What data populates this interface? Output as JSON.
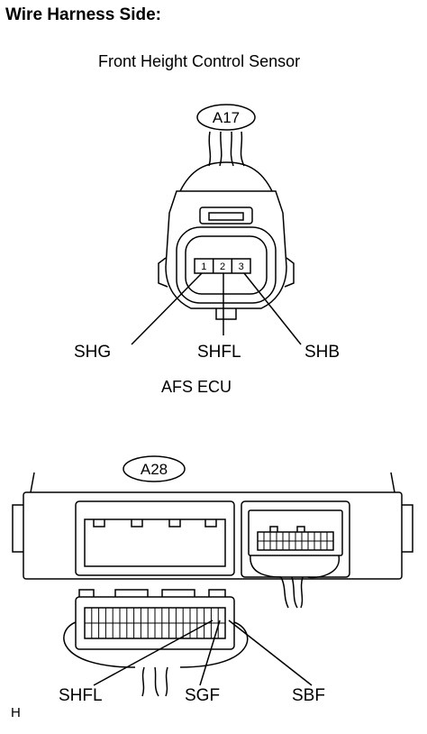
{
  "title": "Wire Harness Side:",
  "connector_a17": {
    "caption": "Front Height Control Sensor",
    "tag": "A17",
    "pins": [
      "1",
      "2",
      "3"
    ],
    "terminals": [
      "SHG",
      "SHFL",
      "SHB"
    ]
  },
  "connector_a28": {
    "caption": "AFS ECU",
    "tag": "A28",
    "terminals": [
      "SHFL",
      "SGF",
      "SBF"
    ]
  },
  "footer_code": "H"
}
